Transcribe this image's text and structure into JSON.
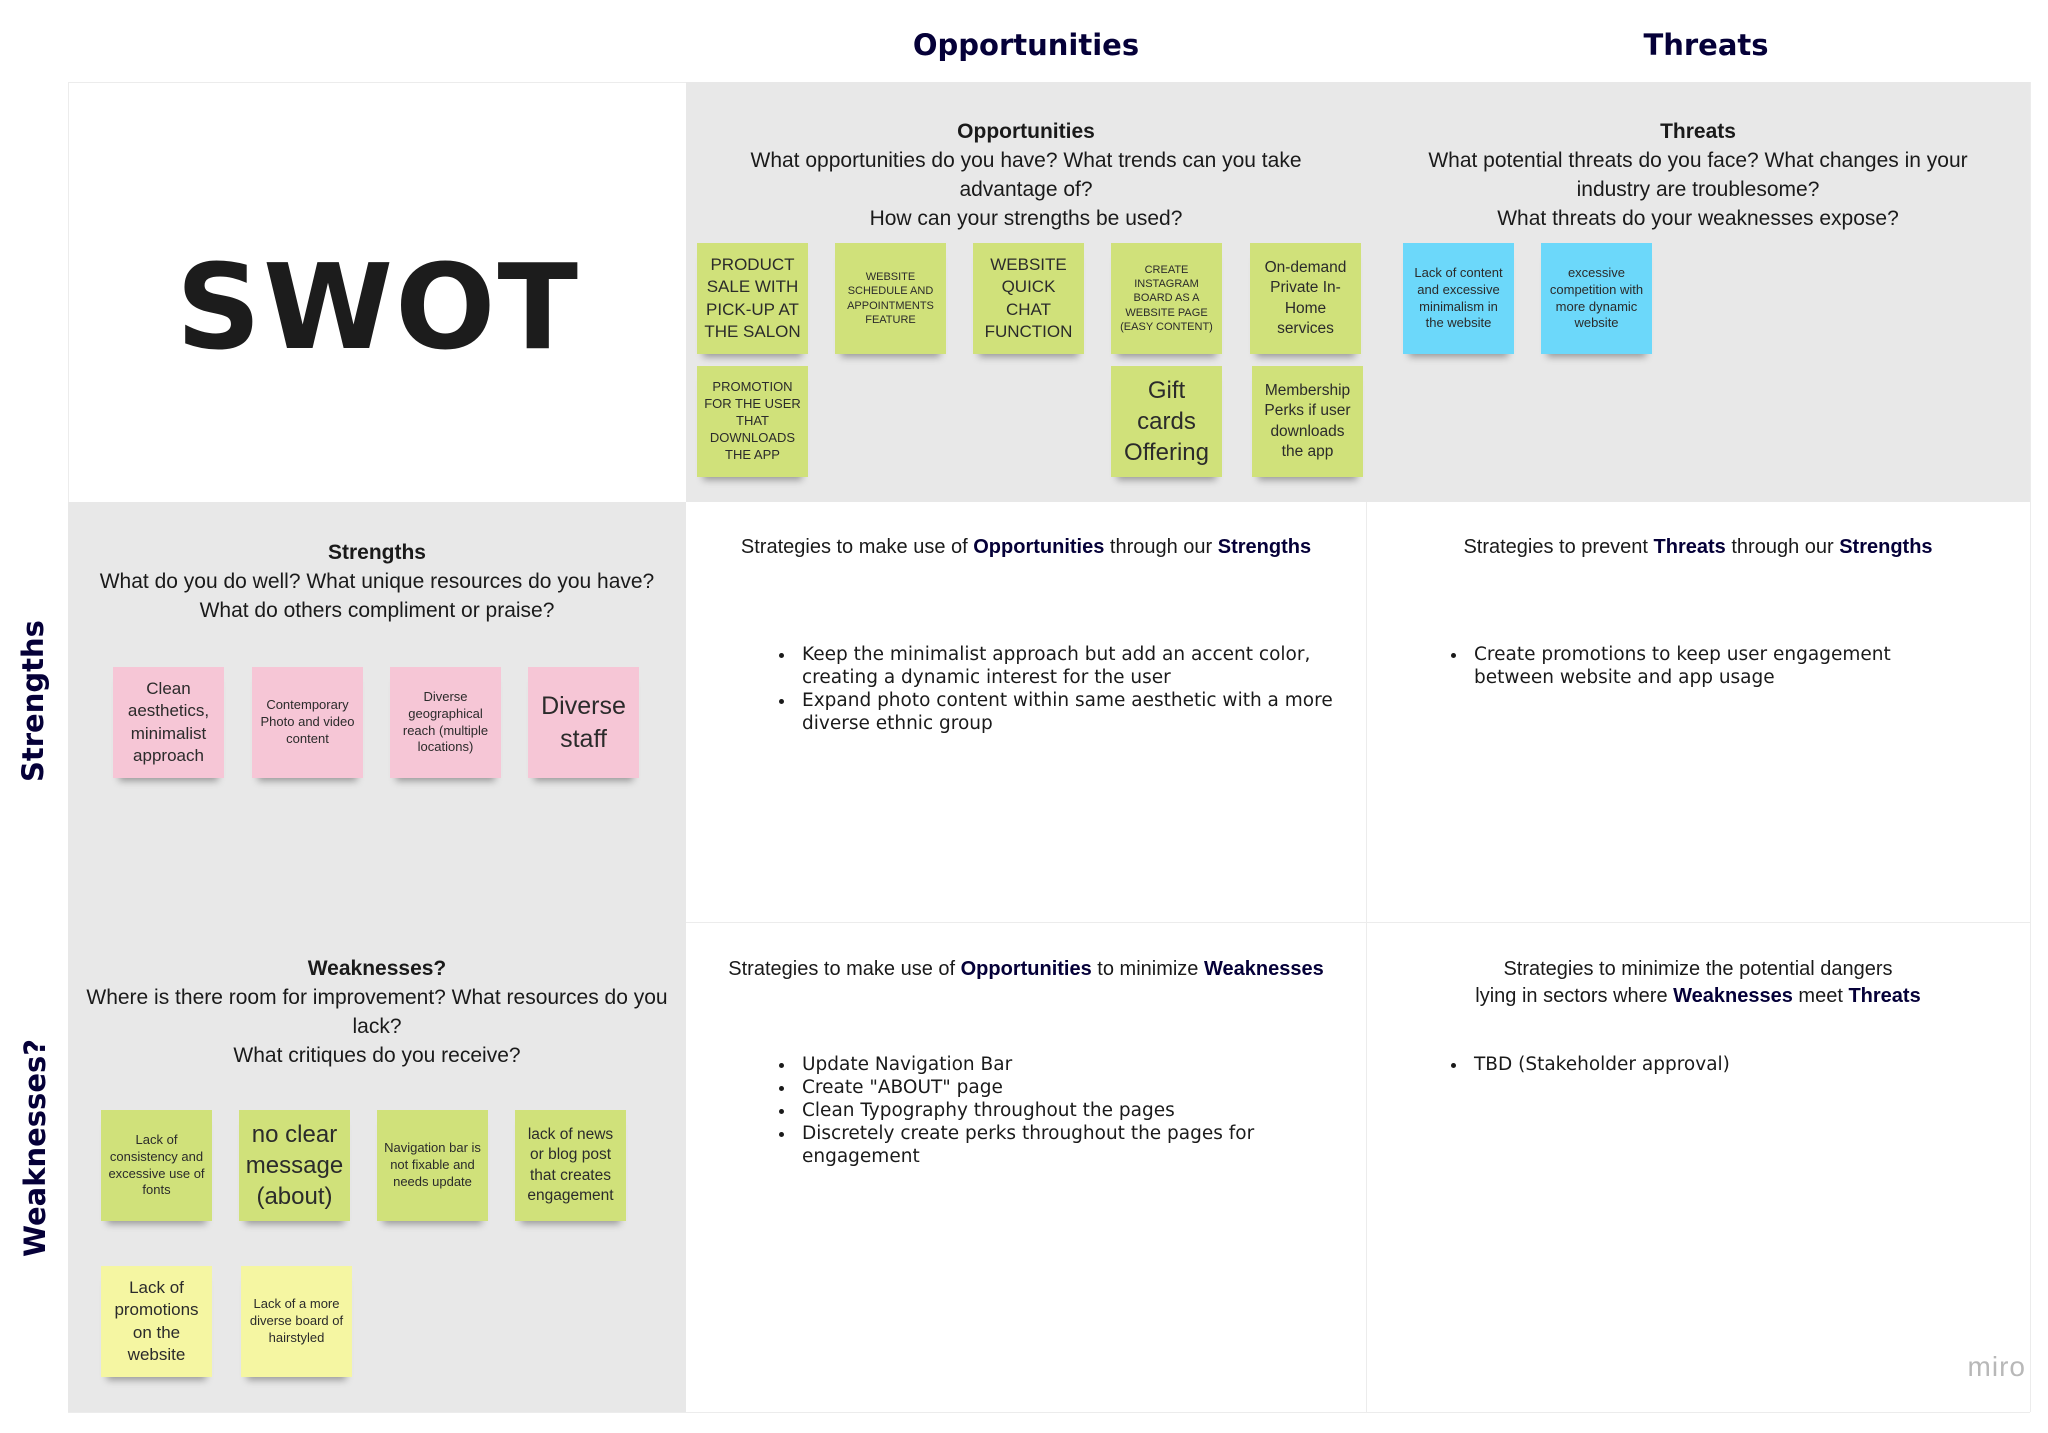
{
  "header": {
    "opportunities": "Opportunities",
    "threats": "Threats"
  },
  "side": {
    "strengths": "Strengths",
    "weaknesses": "Weaknesses?"
  },
  "swot_title": "SWOT",
  "opportunities_block": {
    "title": "Opportunities",
    "lines": [
      "What opportunities do you have? What trends can you take",
      "advantage of?",
      "How can your strengths be used?"
    ]
  },
  "threats_block": {
    "title": "Threats",
    "lines": [
      "What potential threats do you face? What changes in your",
      "industry are troublesome?",
      "What threats do your weaknesses expose?"
    ]
  },
  "strengths_block": {
    "title": "Strengths",
    "lines": [
      "What do you do well? What unique resources do you have?",
      "What do others compliment or praise?"
    ]
  },
  "weaknesses_block": {
    "title": "Weaknesses?",
    "lines": [
      "Where is there room for improvement? What resources do you",
      "lack?",
      "What critiques do you receive?"
    ]
  },
  "notes": {
    "opp": [
      "PRODUCT SALE WITH PICK-UP AT THE SALON",
      "WEBSITE SCHEDULE AND APPOINTMENTS FEATURE",
      "WEBSITE QUICK CHAT FUNCTION",
      "CREATE INSTAGRAM BOARD AS A WEBSITE PAGE (EASY CONTENT)",
      "On-demand Private In-Home services",
      "PROMOTION FOR THE USER THAT DOWNLOADS THE APP",
      "Gift cards Offering",
      "Membership Perks if user downloads the app"
    ],
    "threats": [
      "Lack of content and excessive minimalism in the website",
      "excessive competition with more dynamic website"
    ],
    "strengths": [
      "Clean aesthetics, minimalist approach",
      "Contemporary Photo and video content",
      "Diverse geographical reach (multiple locations)",
      "Diverse staff"
    ],
    "weaknesses": [
      "Lack of consistency and excessive use of fonts",
      "no clear message (about)",
      "Navigation bar is not fixable and needs update",
      "lack of news or blog post that creates engagement",
      "Lack of promotions on the website",
      "Lack of a more diverse board of hairstyled"
    ]
  },
  "so": {
    "pre": "Strategies to make use of ",
    "b1": "Opportunities",
    "mid": " through our ",
    "b2": "Strengths",
    "items": [
      "Keep the minimalist approach but add an accent color, creating a dynamic interest for the user",
      "Expand photo content within same aesthetic with a more diverse ethnic group"
    ]
  },
  "st": {
    "pre": "Strategies to prevent ",
    "b1": "Threats",
    "mid": " through our ",
    "b2": "Strengths",
    "items": [
      "Create promotions to keep user engagement between website and app usage"
    ]
  },
  "wo": {
    "pre": "Strategies to make use of ",
    "b1": "Opportunities",
    "mid": " to minimize ",
    "b2": "Weaknesses",
    "items": [
      "Update Navigation Bar",
      "Create \"ABOUT\" page",
      "Clean Typography throughout the pages",
      "Discretely create perks throughout the pages for engagement"
    ]
  },
  "wt": {
    "line1": "Strategies to minimize the potential dangers",
    "pre": "lying in sectors where ",
    "b1": "Weaknesses",
    "mid": " meet ",
    "b2": "Threats",
    "items": [
      "TBD (Stakeholder approval)"
    ]
  },
  "watermark": "miro",
  "colors": {
    "grey_cell": "#e8e8e8",
    "green_note": "#d0e17a",
    "blue_note": "#6cd8fa",
    "pink_note": "#f6c6d6",
    "yellow_note": "#f5f6a2",
    "heading": "#050038"
  }
}
